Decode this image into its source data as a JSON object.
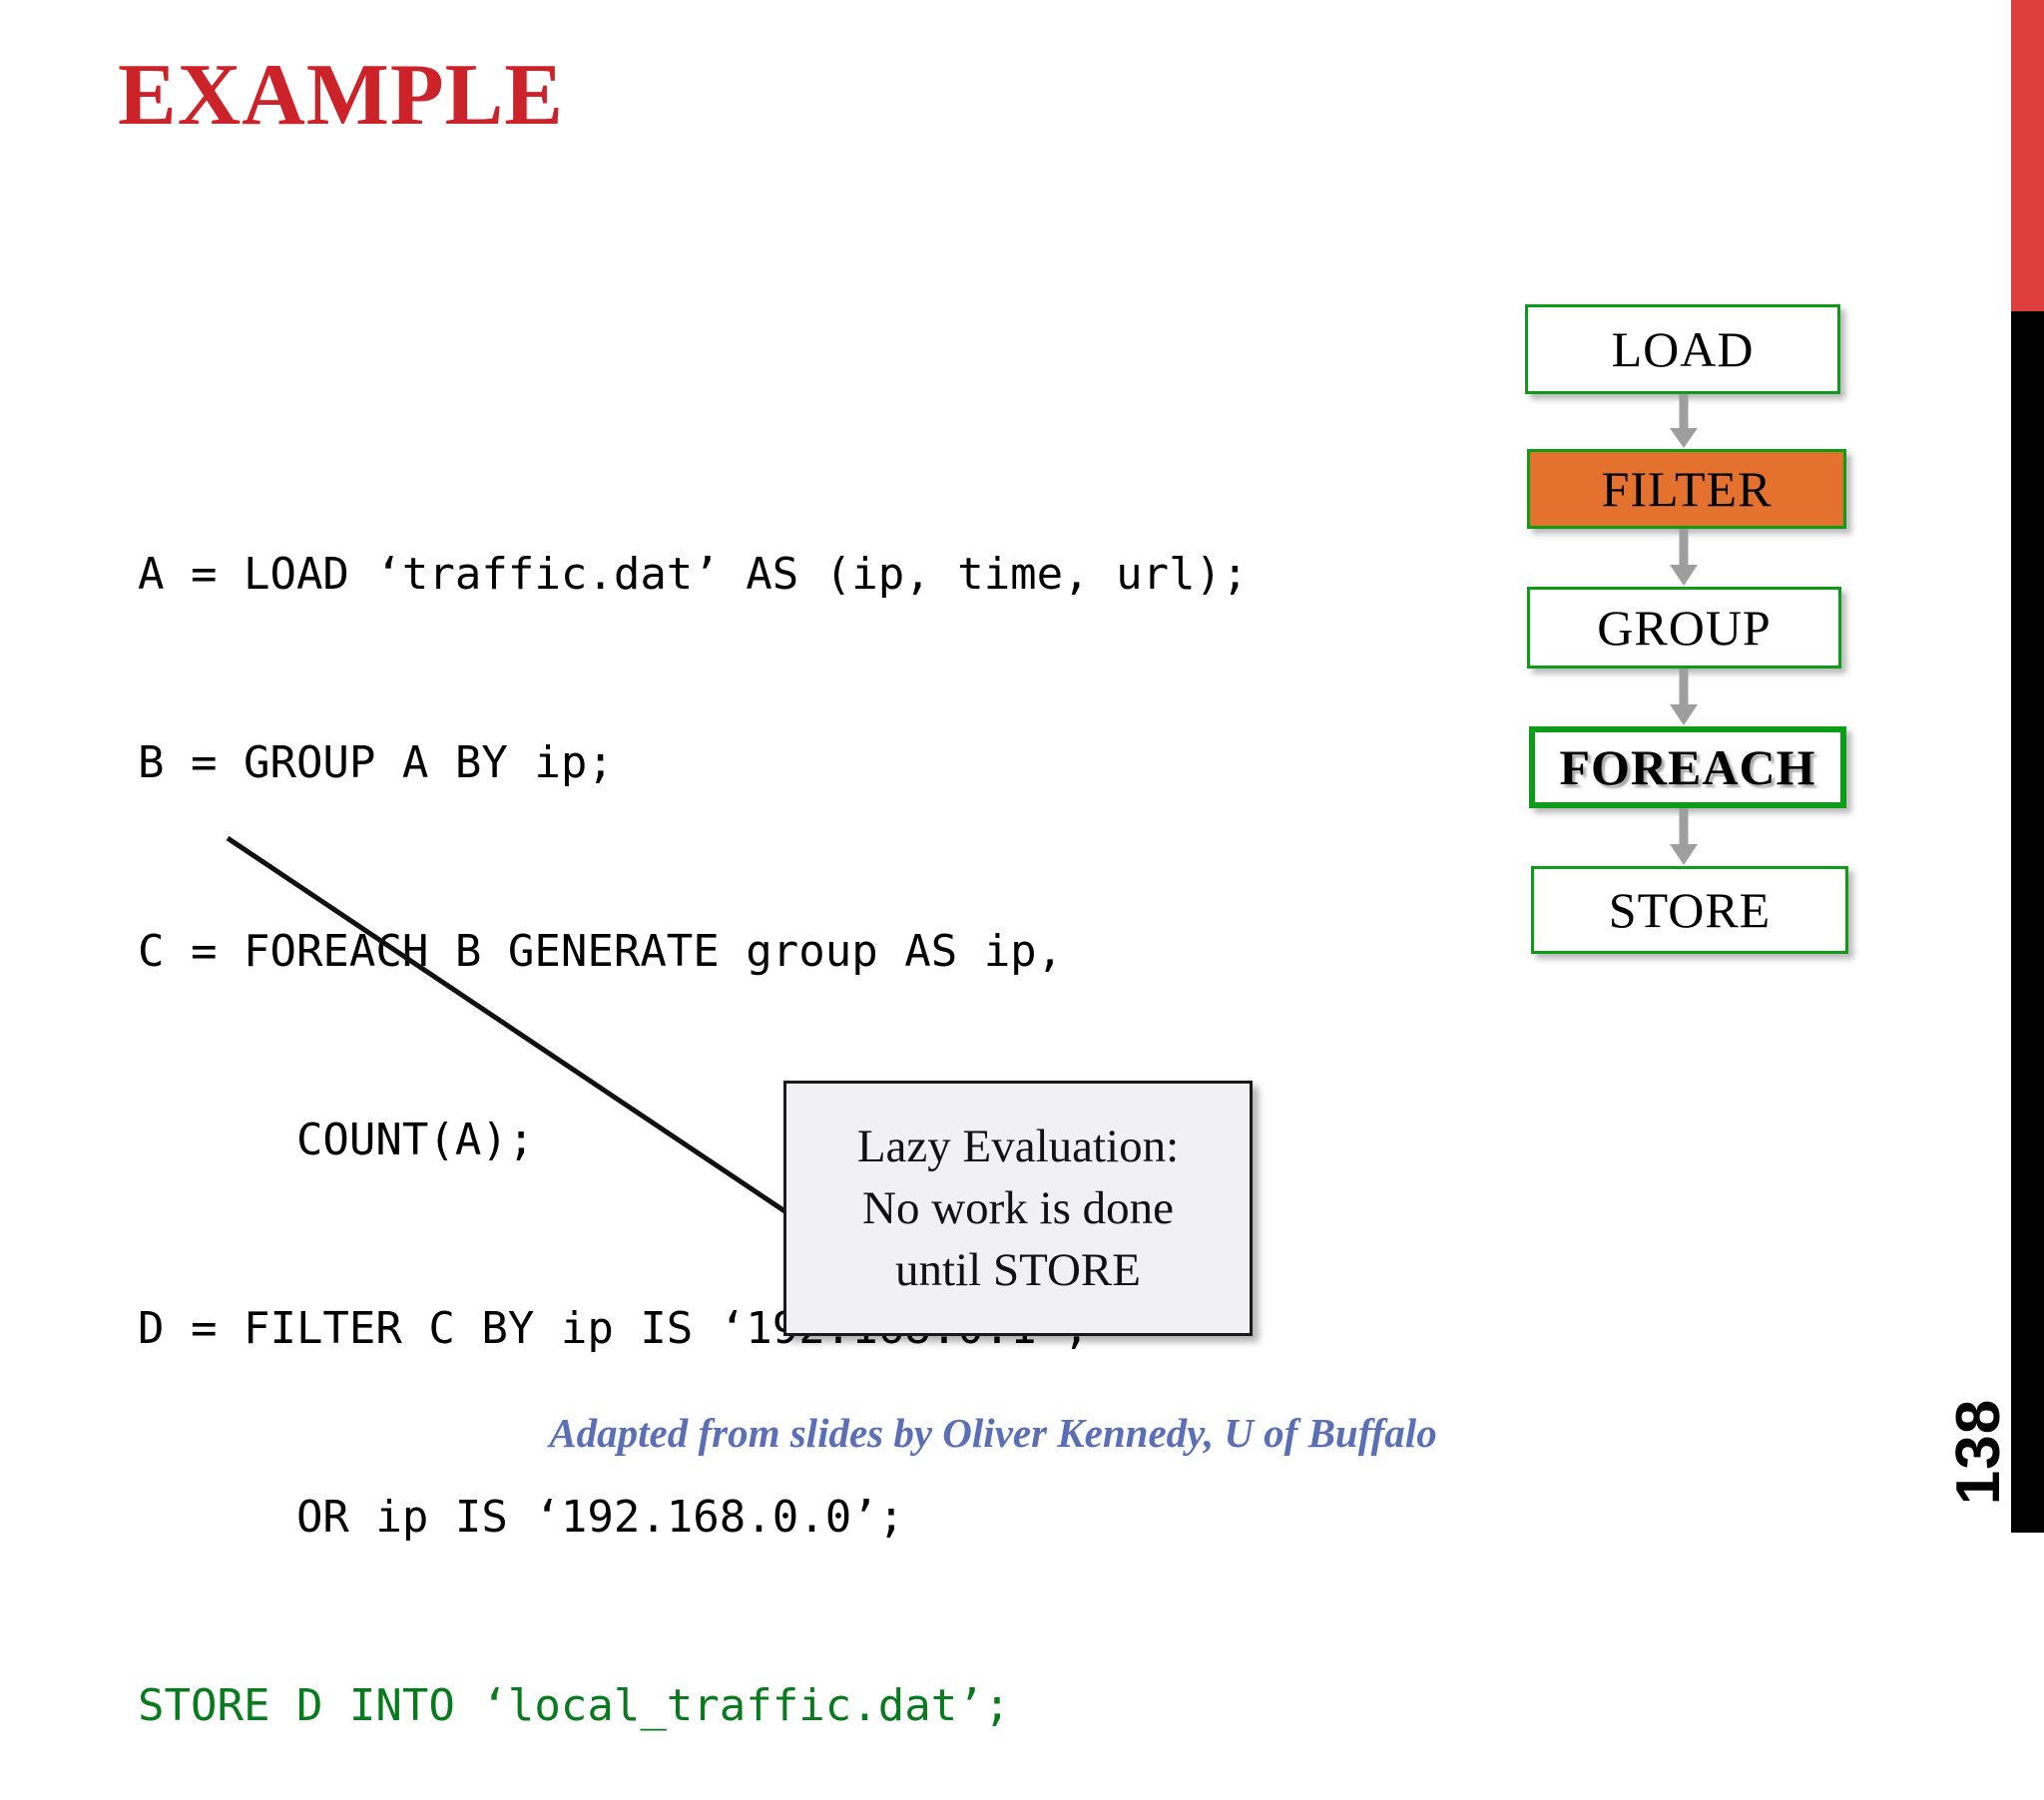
{
  "slide": {
    "title": "EXAMPLE",
    "title_color": "#CC2229",
    "page_number": "138",
    "background": "#FFFFFF"
  },
  "decor": {
    "right_bar_red_color": "#DE3E3E",
    "right_bar_black_color": "#000000"
  },
  "code": {
    "font": "monospace",
    "default_color": "#000000",
    "highlight_color": "#0A7A1E",
    "lines": [
      {
        "text": "A = LOAD ‘traffic.dat’ AS (ip, time, url);",
        "color": "black"
      },
      {
        "text": "B = GROUP A BY ip;",
        "color": "black"
      },
      {
        "text": "C = FOREACH B GENERATE group AS ip,",
        "color": "black"
      },
      {
        "text": "      COUNT(A);",
        "color": "black"
      },
      {
        "text": "D = FILTER C BY ip IS ‘192.168.0.1’;",
        "color": "black"
      },
      {
        "text": "      OR ip IS ‘192.168.0.0’;",
        "color": "black"
      },
      {
        "text": "STORE D INTO ‘local_traffic.dat’;",
        "color": "green"
      }
    ]
  },
  "callout": {
    "line1": "Lazy Evaluation:",
    "line2": "No work is done",
    "line3": "until STORE",
    "background": "#F1F1F3",
    "border_color": "#1A1A1A"
  },
  "flowchart": {
    "border_color": "#0D9C18",
    "highlight_fill": "#E4712D",
    "arrow_color": "#9E9E9E",
    "nodes": [
      {
        "label": "LOAD",
        "highlighted": false,
        "emphasized": false
      },
      {
        "label": "FILTER",
        "highlighted": true,
        "emphasized": false
      },
      {
        "label": "GROUP",
        "highlighted": false,
        "emphasized": false
      },
      {
        "label": "FOREACH",
        "highlighted": false,
        "emphasized": true
      },
      {
        "label": "STORE",
        "highlighted": false,
        "emphasized": false
      }
    ]
  },
  "attribution": {
    "text": "Adapted from slides by Oliver Kennedy, U of Buffalo",
    "color": "#5A6FB5"
  }
}
